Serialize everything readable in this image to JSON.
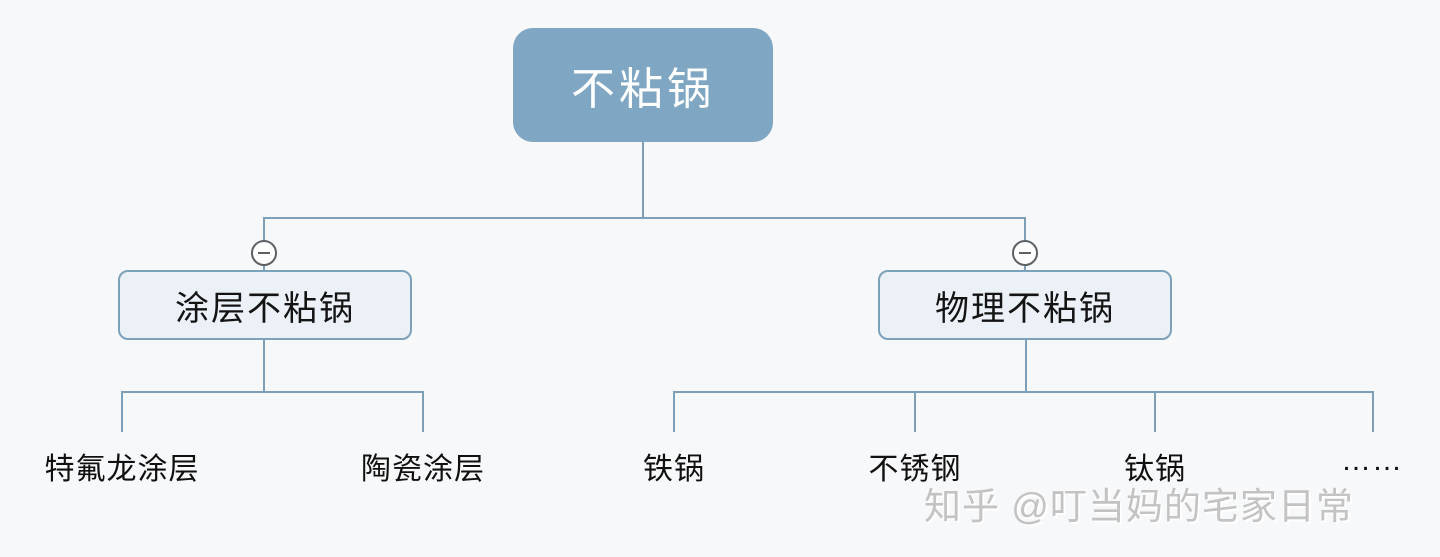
{
  "diagram": {
    "type": "mindmap-tree",
    "tree": {
      "root": {
        "label": "不粘锅"
      },
      "children": [
        {
          "label": "涂层不粘锅",
          "collapse_icon": "minus-circle",
          "children": [
            "特氟龙涂层",
            "陶瓷涂层"
          ]
        },
        {
          "label": "物理不粘锅",
          "collapse_icon": "minus-circle",
          "children": [
            "铁锅",
            "不锈钢",
            "钛锅",
            "……"
          ]
        }
      ]
    },
    "colors": {
      "background": "#f7f8f9",
      "root_fill": "#7fa6c2",
      "root_text": "#ffffff",
      "branch_fill": "#ebf1f6",
      "branch_border": "#7ca1bb",
      "connector_line": "#7d9fb7",
      "collapse_icon_stroke": "#5d6166",
      "leaf_text": "#101010",
      "watermark_text": "#c3c3c3"
    }
  },
  "watermark": {
    "text": "知乎 @叮当妈的宅家日常"
  }
}
